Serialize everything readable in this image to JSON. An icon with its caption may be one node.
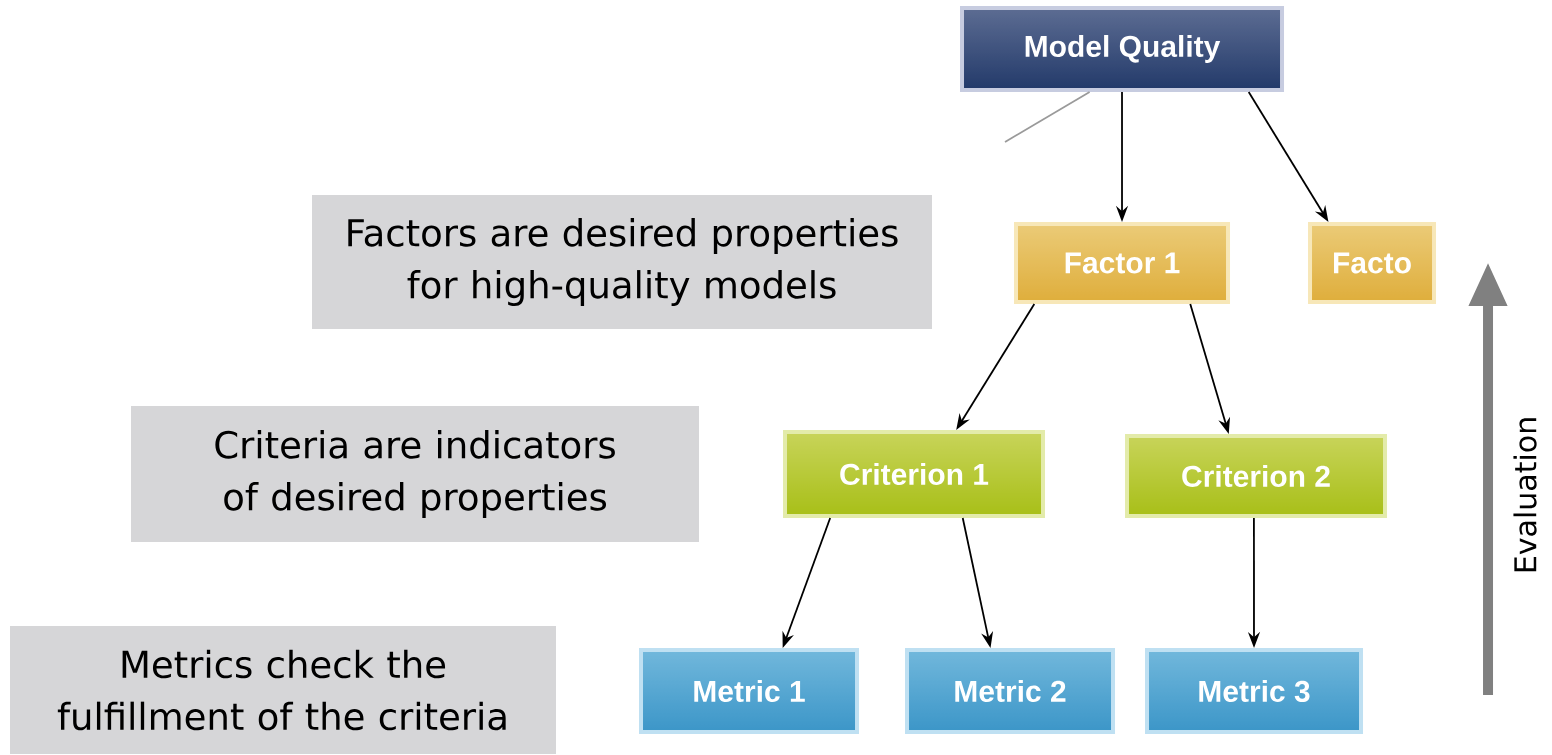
{
  "diagram": {
    "nodes": [
      {
        "text": [
          "Model Quality"
        ]
      },
      {
        "text": [
          "Factor 1"
        ]
      },
      {
        "text": [
          "Facto"
        ]
      },
      {
        "text": [
          "Criterion 1"
        ]
      },
      {
        "text": [
          "Criterion 2"
        ]
      },
      {
        "text": [
          "Metric 1"
        ]
      },
      {
        "text": [
          "Metric 2"
        ]
      },
      {
        "text": [
          "Metric 3"
        ]
      },
      {
        "text": [
          "Factors are desired properties for high-quality models"
        ]
      },
      {
        "text": [
          "Criteria are indicators of desired properties"
        ]
      },
      {
        "text": [
          "Metrics check the fulfillment of the criteria"
        ]
      }
    ],
    "edges": [
      {
        "from": 0,
        "to": null,
        "arrow": "none",
        "color": "#9a9a9a"
      },
      {
        "from": 0,
        "to": 1,
        "arrow": "to"
      },
      {
        "from": 0,
        "to": 2,
        "arrow": "to"
      },
      {
        "from": 1,
        "to": 3,
        "arrow": "to"
      },
      {
        "from": 1,
        "to": 4,
        "arrow": "to"
      },
      {
        "from": 3,
        "to": 5,
        "arrow": "to"
      },
      {
        "from": 3,
        "to": 6,
        "arrow": "to"
      },
      {
        "from": 4,
        "to": 7,
        "arrow": "to"
      }
    ],
    "labels": [
      "Evaluation"
    ]
  }
}
